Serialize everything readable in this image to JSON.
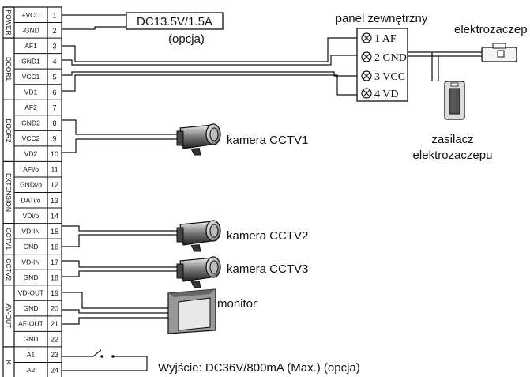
{
  "terminals": [
    {
      "n": "1",
      "label": "+VCC"
    },
    {
      "n": "2",
      "label": "-GND"
    },
    {
      "n": "3",
      "label": "AF1"
    },
    {
      "n": "4",
      "label": "GND1"
    },
    {
      "n": "5",
      "label": "VCC1"
    },
    {
      "n": "6",
      "label": "VD1"
    },
    {
      "n": "7",
      "label": "AF2"
    },
    {
      "n": "8",
      "label": "GND2"
    },
    {
      "n": "9",
      "label": "VCC2"
    },
    {
      "n": "10",
      "label": "VD2"
    },
    {
      "n": "11",
      "label": "AFi/o"
    },
    {
      "n": "12",
      "label": "GNDi/o"
    },
    {
      "n": "13",
      "label": "DATi/o"
    },
    {
      "n": "14",
      "label": "VDi/o"
    },
    {
      "n": "15",
      "label": "VD-IN"
    },
    {
      "n": "16",
      "label": "GND"
    },
    {
      "n": "17",
      "label": "VD-IN"
    },
    {
      "n": "18",
      "label": "GND"
    },
    {
      "n": "19",
      "label": "VD-OUT"
    },
    {
      "n": "20",
      "label": "GND"
    },
    {
      "n": "21",
      "label": "AF-OUT"
    },
    {
      "n": "22",
      "label": "GND"
    },
    {
      "n": "23",
      "label": "A1"
    },
    {
      "n": "24",
      "label": "A2"
    }
  ],
  "groups": [
    {
      "label": "POWER",
      "from": 0,
      "to": 1
    },
    {
      "label": "DOOR1",
      "from": 2,
      "to": 5
    },
    {
      "label": "DOOR2",
      "from": 6,
      "to": 9
    },
    {
      "label": "EXTENSION",
      "from": 10,
      "to": 13
    },
    {
      "label": "CCTV1",
      "from": 14,
      "to": 15
    },
    {
      "label": "CCTV2",
      "from": 16,
      "to": 17
    },
    {
      "label": "AV-OUT",
      "from": 18,
      "to": 21
    },
    {
      "label": "K",
      "from": 22,
      "to": 23
    }
  ],
  "psu": {
    "label": "DC13.5V/1.5A",
    "note": "(opcja)"
  },
  "panel": {
    "title": "panel zewnętrzny",
    "terminals": [
      "1 AF",
      "2 GND",
      "3 VCC",
      "4 VD"
    ]
  },
  "lock_label": "elektrozaczep",
  "lock_psu_label": [
    "zasilacz",
    "elektrozaczepu"
  ],
  "cameras": [
    "kamera CCTV1",
    "kamera CCTV2",
    "kamera CCTV3"
  ],
  "monitor_label": "monitor",
  "output_label": "Wyjście: DC36V/800mA (Max.) (opcja)"
}
